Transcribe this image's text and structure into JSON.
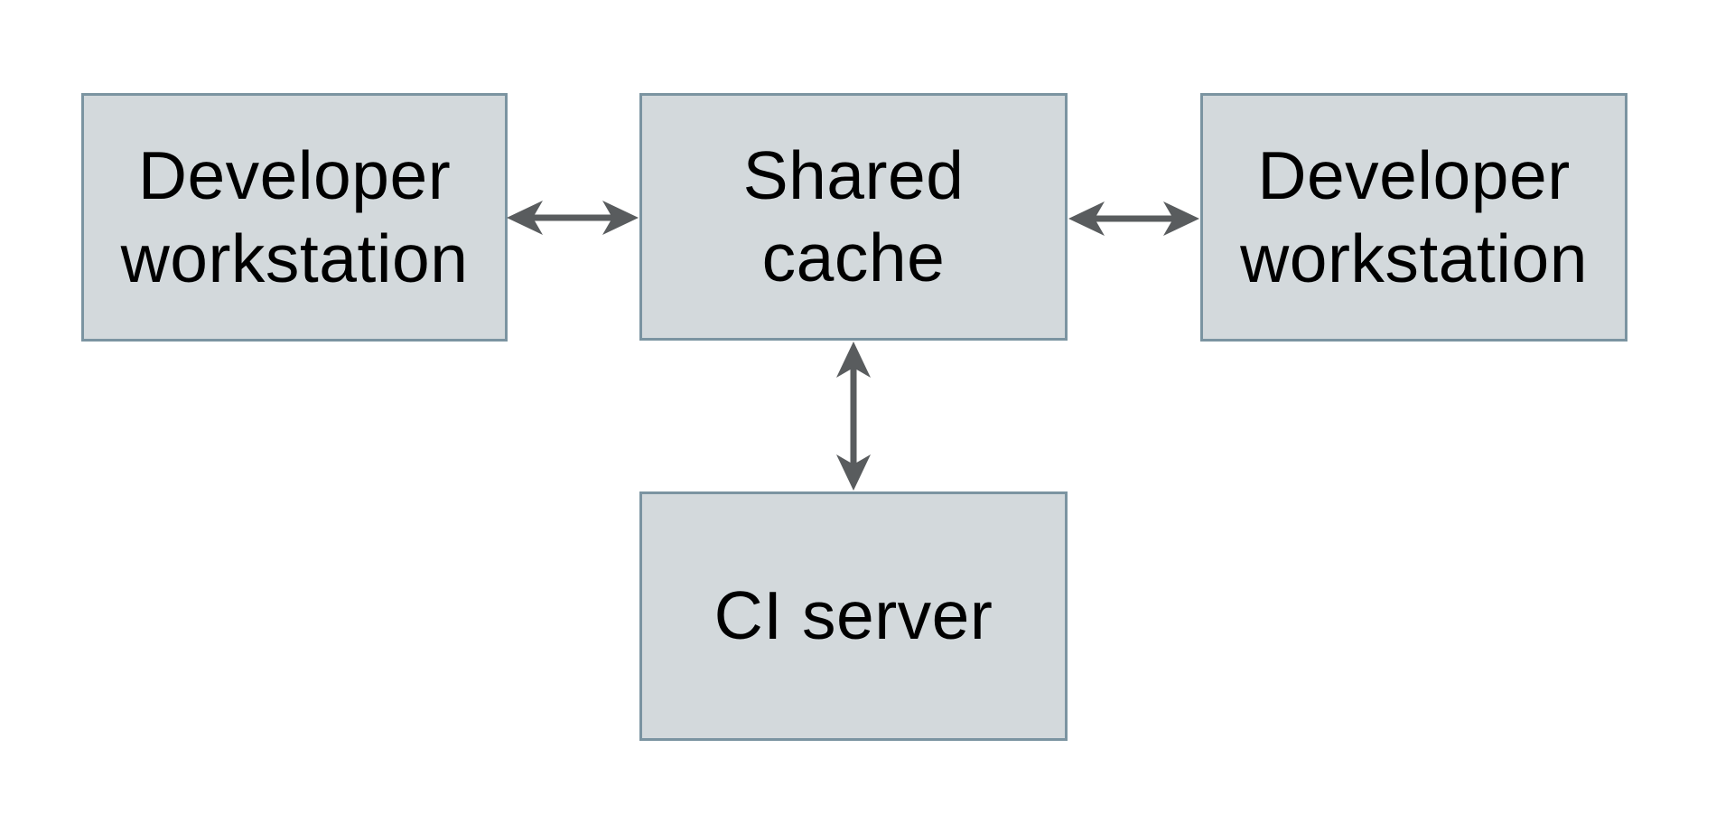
{
  "diagram": {
    "type": "architecture-diagram",
    "background": "#ffffff",
    "nodes": [
      {
        "id": "developer-workstation-left",
        "label": "Developer\nworkstation"
      },
      {
        "id": "shared-cache",
        "label": "Shared\ncache"
      },
      {
        "id": "developer-workstation-right",
        "label": "Developer\nworkstation"
      },
      {
        "id": "ci-server",
        "label": "CI server"
      }
    ],
    "edges": [
      {
        "from": "developer-workstation-left",
        "to": "shared-cache",
        "direction": "bidirectional",
        "orientation": "horizontal"
      },
      {
        "from": "shared-cache",
        "to": "developer-workstation-right",
        "direction": "bidirectional",
        "orientation": "horizontal"
      },
      {
        "from": "shared-cache",
        "to": "ci-server",
        "direction": "bidirectional",
        "orientation": "vertical"
      }
    ],
    "colors": {
      "node_fill": "#d3d9dc",
      "node_border": "#7b94a1",
      "arrow": "#595c5e",
      "text": "#000000",
      "background": "#ffffff"
    }
  }
}
